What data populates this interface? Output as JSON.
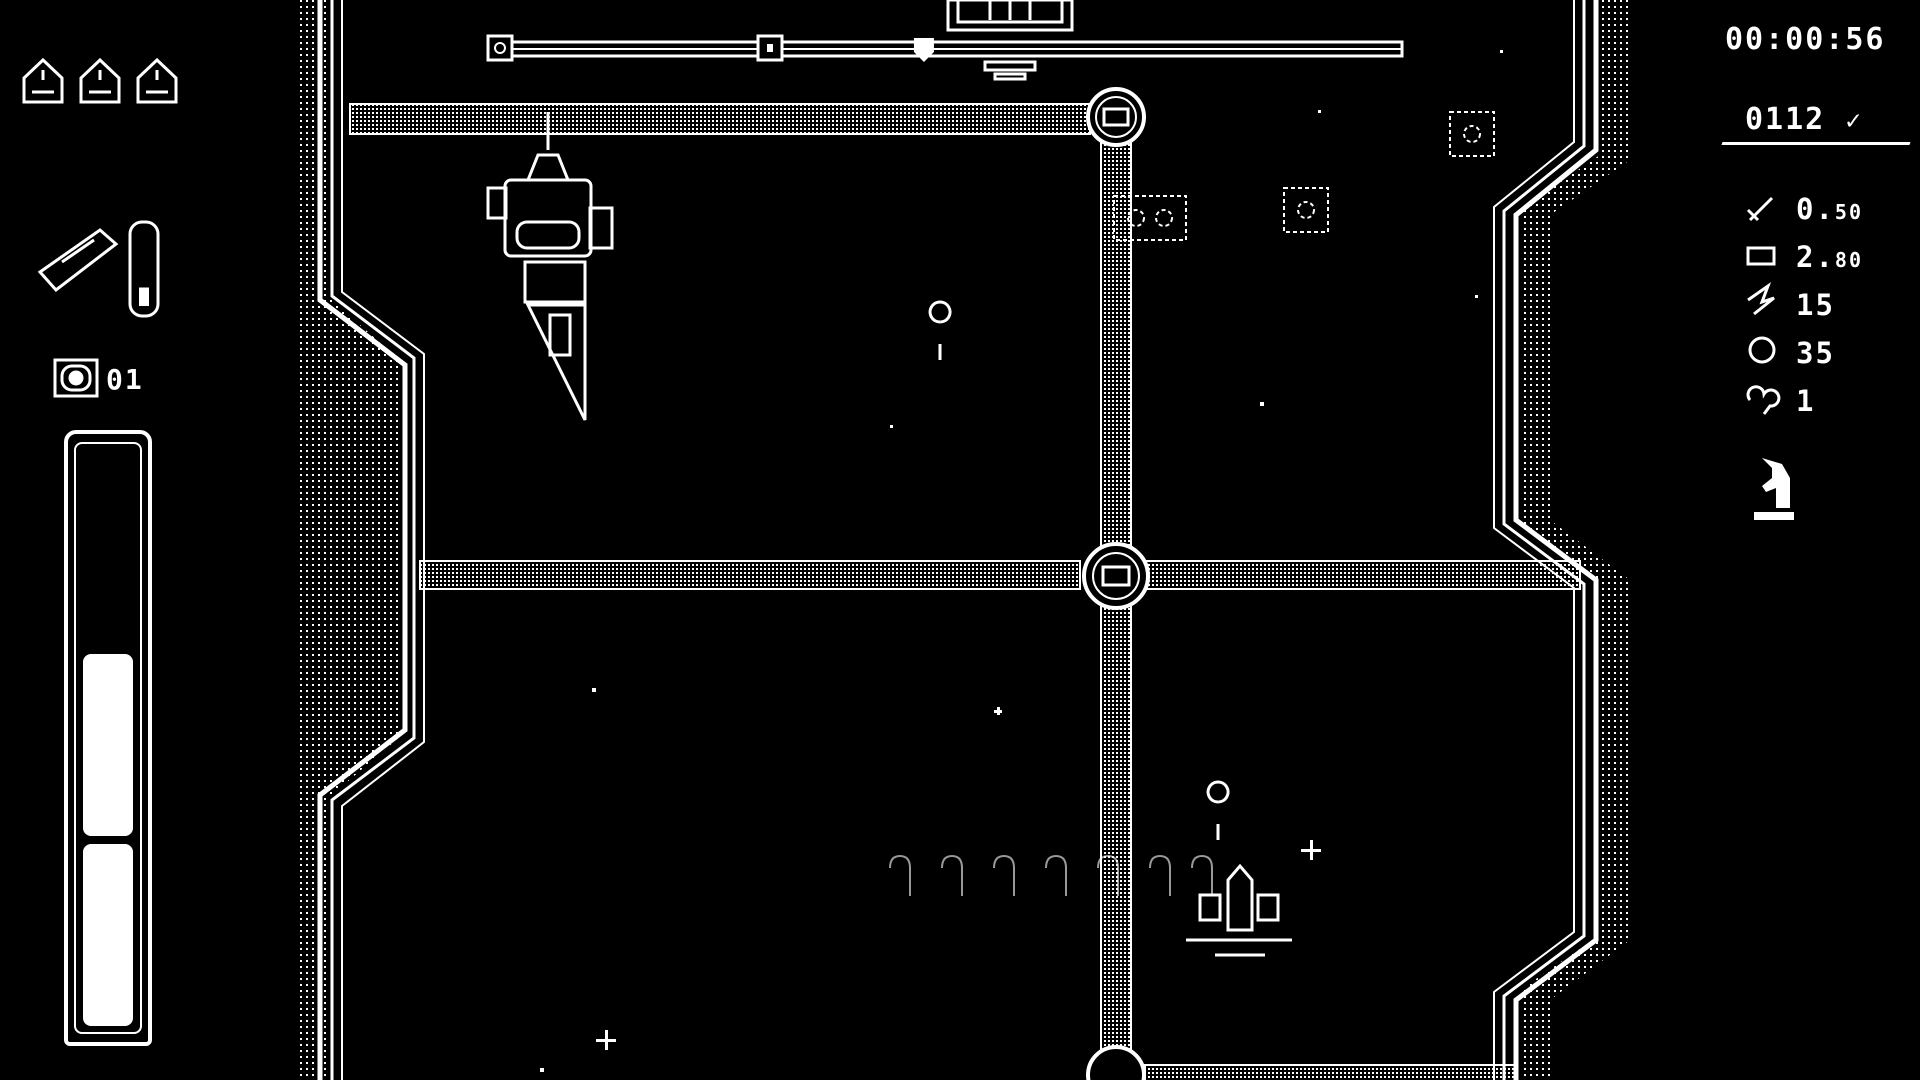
{
  "hud": {
    "timer": "00:00:56",
    "score": "0112",
    "lives": 3,
    "bombs": "01",
    "weapon_charge_level": 0.25,
    "energy_segments_filled": 2,
    "energy_segments_total": 4,
    "stats": [
      {
        "icon": "sword-icon",
        "value": "0.",
        "small": "50"
      },
      {
        "icon": "fire-rate-icon",
        "value": "2.",
        "small": "80"
      },
      {
        "icon": "speed-icon",
        "value": "15",
        "small": ""
      },
      {
        "icon": "shield-icon",
        "value": "35",
        "small": ""
      },
      {
        "icon": "clover-icon",
        "value": "1",
        "small": ""
      }
    ],
    "special_icon": "knight-chess-icon"
  },
  "level_progress": {
    "value": 0.47
  },
  "colors": {
    "background": "#000000",
    "foreground": "#ffffff"
  }
}
